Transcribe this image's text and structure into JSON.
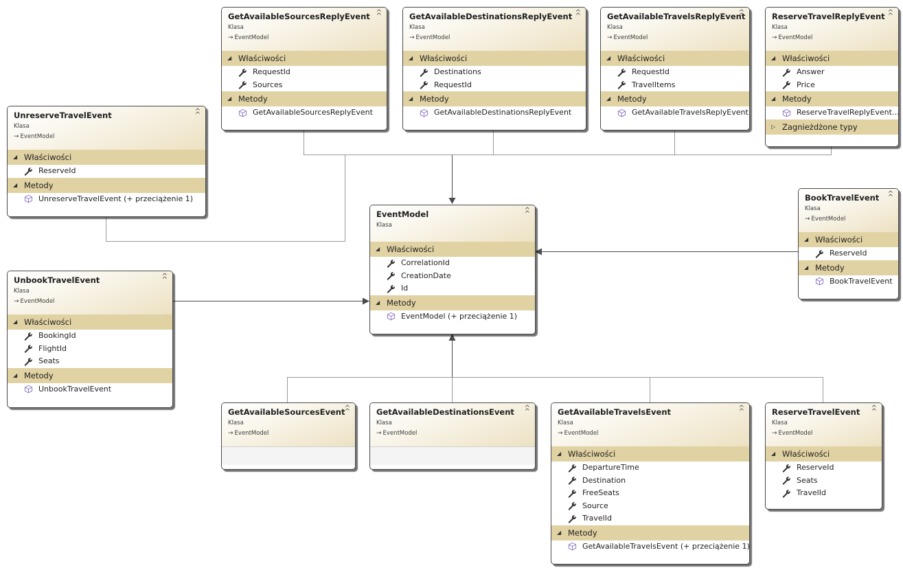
{
  "labels": {
    "kind": "Klasa",
    "properties": "Właściwości",
    "methods": "Metody",
    "nested": "Zagnieżdżone typy",
    "base": "EventModel"
  },
  "colors": {
    "section": "#e0d2a3",
    "border": "#4a4a4a",
    "method_icon": "#8a6fc4",
    "connector": "#9a9a9a",
    "arrow": "#4a4a4a"
  },
  "classes": {
    "sourcesReply": {
      "name": "GetAvailableSourcesReplyEvent",
      "properties": [
        "RequestId",
        "Sources"
      ],
      "methods": [
        "GetAvailableSourcesReplyEvent"
      ]
    },
    "destinationsReply": {
      "name": "GetAvailableDestinationsReplyEvent",
      "properties": [
        "Destinations",
        "RequestId"
      ],
      "methods": [
        "GetAvailableDestinationsReplyEvent"
      ]
    },
    "travelsReply": {
      "name": "GetAvailableTravelsReplyEvent",
      "properties": [
        "RequestId",
        "TravelItems"
      ],
      "methods": [
        "GetAvailableTravelsReplyEvent"
      ]
    },
    "reserveReply": {
      "name": "ReserveTravelReplyEvent",
      "properties": [
        "Answer",
        "Price"
      ],
      "methods": [
        "ReserveTravelReplyEvent..."
      ]
    },
    "unreserve": {
      "name": "UnreserveTravelEvent",
      "properties": [
        "ReserveId"
      ],
      "methods": [
        "UnreserveTravelEvent (+ przeciążenie 1)"
      ]
    },
    "eventModel": {
      "name": "EventModel",
      "properties": [
        "CorrelationId",
        "CreationDate",
        "Id"
      ],
      "methods": [
        "EventModel (+ przeciążenie 1)"
      ]
    },
    "book": {
      "name": "BookTravelEvent",
      "properties": [
        "ReserveId"
      ],
      "methods": [
        "BookTravelEvent"
      ]
    },
    "unbook": {
      "name": "UnbookTravelEvent",
      "properties": [
        "BookingId",
        "FlightId",
        "Seats"
      ],
      "methods": [
        "UnbookTravelEvent"
      ]
    },
    "sources": {
      "name": "GetAvailableSourcesEvent"
    },
    "destinations": {
      "name": "GetAvailableDestinationsEvent"
    },
    "travels": {
      "name": "GetAvailableTravelsEvent",
      "properties": [
        "DepartureTime",
        "Destination",
        "FreeSeats",
        "Source",
        "TravelId"
      ],
      "methods": [
        "GetAvailableTravelsEvent (+ przeciążenie 1)"
      ]
    },
    "reserve": {
      "name": "ReserveTravelEvent",
      "properties": [
        "ReserveId",
        "Seats",
        "TravelId"
      ]
    }
  }
}
